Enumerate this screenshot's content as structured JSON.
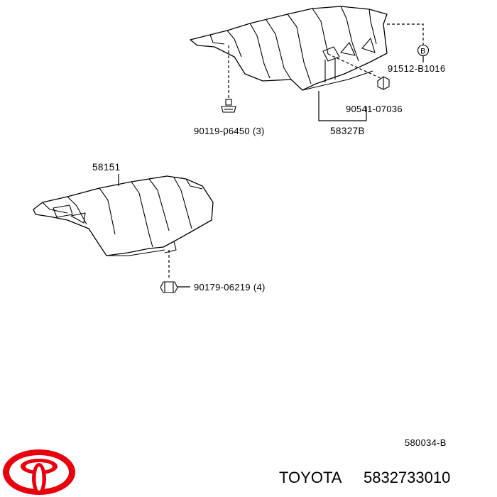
{
  "callouts": {
    "heat_insulator": "58327B",
    "clip_b": "91512-B1016",
    "clip_b_marker": "B",
    "clip": "90541-07036",
    "bolt_upper": "90119-06450 (3)",
    "cover": "58151",
    "bolt_lower": "90179-06219 (4)"
  },
  "figure_code": "580034-B",
  "footer": {
    "brand": "TOYOTA",
    "part_number": "5832733010",
    "logo": "toyota-logo-icon"
  }
}
